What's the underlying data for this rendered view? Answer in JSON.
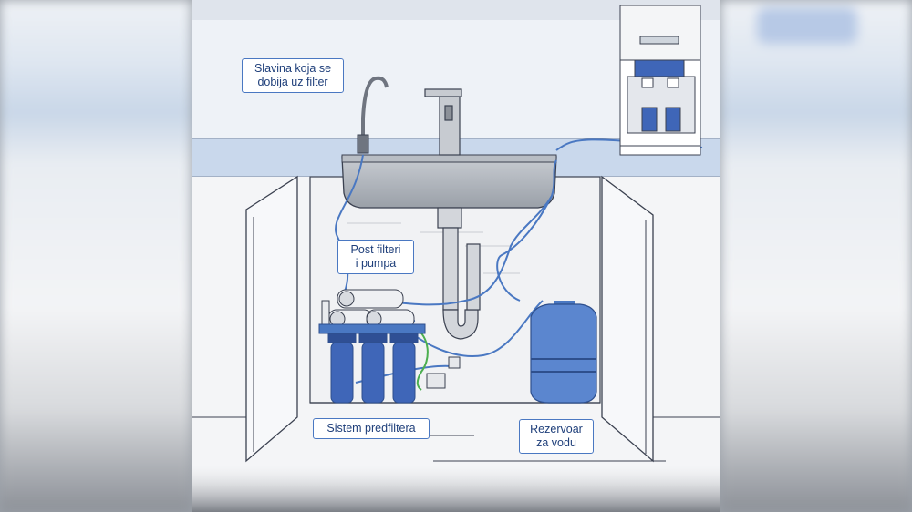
{
  "labels": {
    "faucet": {
      "line1": "Slavina koja se",
      "line2": "dobija uz filter"
    },
    "post_filters": {
      "line1": "Post filteri",
      "line2": "i pumpa"
    },
    "prefilter": {
      "line1": "Sistem predfiltera"
    },
    "tank": {
      "line1": "Rezervoar",
      "line2": "za vodu"
    }
  },
  "colors": {
    "accent_blue": "#4a78c2",
    "filter_blue": "#3f66b8",
    "tank_blue": "#5b86cf",
    "countertop": "#c9d8ec",
    "wall": "#eef2f7",
    "outline": "#3b4150"
  },
  "icons": [
    "water-dispenser-icon",
    "faucet-icon",
    "sink-icon",
    "filter-cartridge-icon",
    "water-tank-icon"
  ]
}
